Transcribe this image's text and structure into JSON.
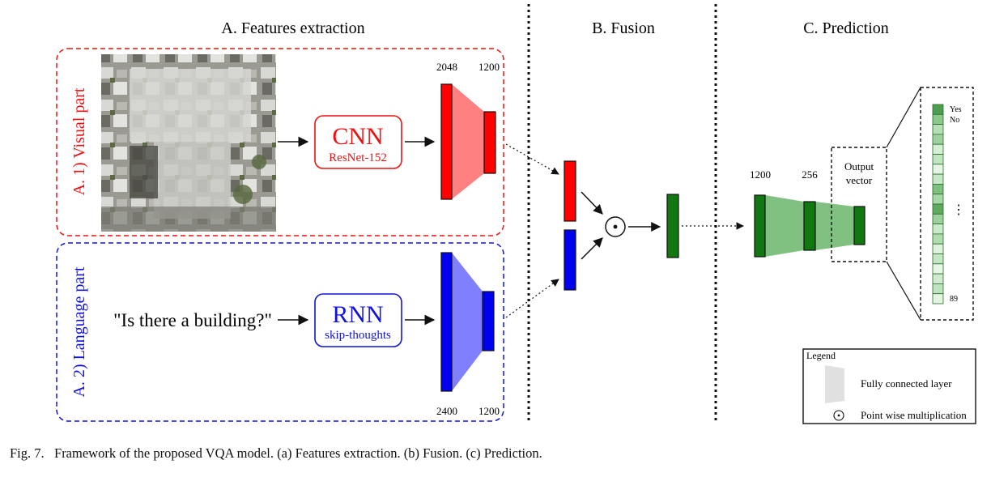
{
  "sections": {
    "a": "A. Features extraction",
    "b": "B. Fusion",
    "c": "C. Prediction"
  },
  "visual": {
    "label": "A. 1) Visual part",
    "encoder_name": "CNN",
    "encoder_model": "ResNet-152",
    "dim_in": "2048",
    "dim_out": "1200",
    "color": "#ee1111"
  },
  "language": {
    "label": "A. 2) Language part",
    "question": "\"Is there a building?\"",
    "encoder_name": "RNN",
    "encoder_model": "skip-thoughts",
    "dim_in": "2400",
    "dim_out": "1200",
    "color": "#1111dd"
  },
  "fusion": {
    "operator": "⊙"
  },
  "prediction": {
    "dim_1": "1200",
    "dim_2": "256",
    "output_label_1": "Output",
    "output_label_2": "vector",
    "vector_top_1": "Yes",
    "vector_top_2": "No",
    "vector_ellipsis": "⋮",
    "vector_last": "89",
    "color": "#1a7a1a"
  },
  "legend": {
    "title": "Legend",
    "fc_label": "Fully connected layer",
    "pw_label": "Point wise multiplication"
  },
  "caption": {
    "fig": "Fig. 7.",
    "text": "Framework of the proposed VQA model. (a) Features extraction. (b) Fusion. (c) Prediction."
  }
}
